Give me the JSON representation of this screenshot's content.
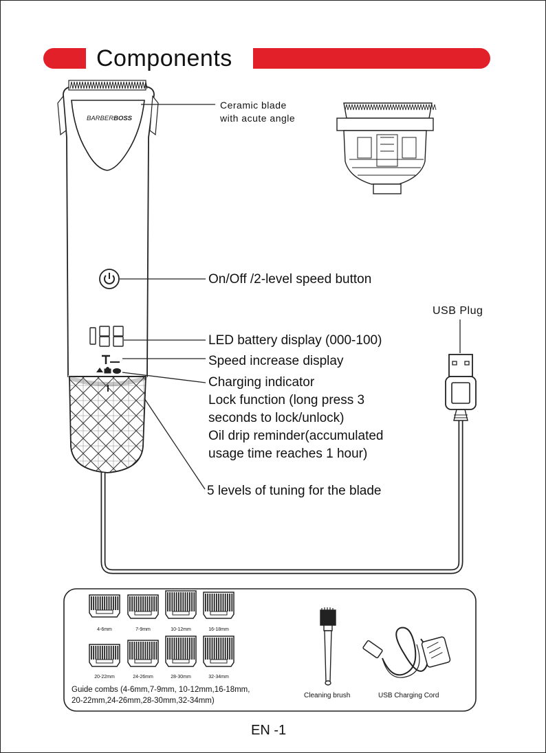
{
  "header": {
    "title": "Components"
  },
  "product": {
    "brand_light": "BARBER",
    "brand_bold": "BOSS"
  },
  "callouts": {
    "blade": [
      "Ceramic blade",
      "with acute angle"
    ],
    "power_button": "On/Off /2-level speed button",
    "usb_plug": "USB Plug",
    "led_display": "LED battery display (000-100)",
    "speed_display": "Speed increase display",
    "indicators": [
      "Charging indicator",
      "Lock function (long press 3",
      "seconds to lock/unlock)",
      "Oil drip reminder(accumulated",
      "usage time reaches 1 hour)"
    ],
    "tuning": "5 levels of tuning for the blade"
  },
  "accessories": {
    "combs": [
      "4-6mm",
      "7-9mm",
      "10-12mm",
      "16-18mm",
      "20-22mm",
      "24-26mm",
      "28-30mm",
      "32-34mm"
    ],
    "combs_caption": [
      "Guide combs (4-6mm,7-9mm, 10-12mm,16-18mm,",
      "20-22mm,24-26mm,28-30mm,32-34mm)"
    ],
    "brush_label": "Cleaning brush",
    "cord_label": "USB Charging Cord"
  },
  "footer": {
    "page": "EN -1"
  },
  "colors": {
    "accent": "#e2202a",
    "line": "#222222"
  }
}
